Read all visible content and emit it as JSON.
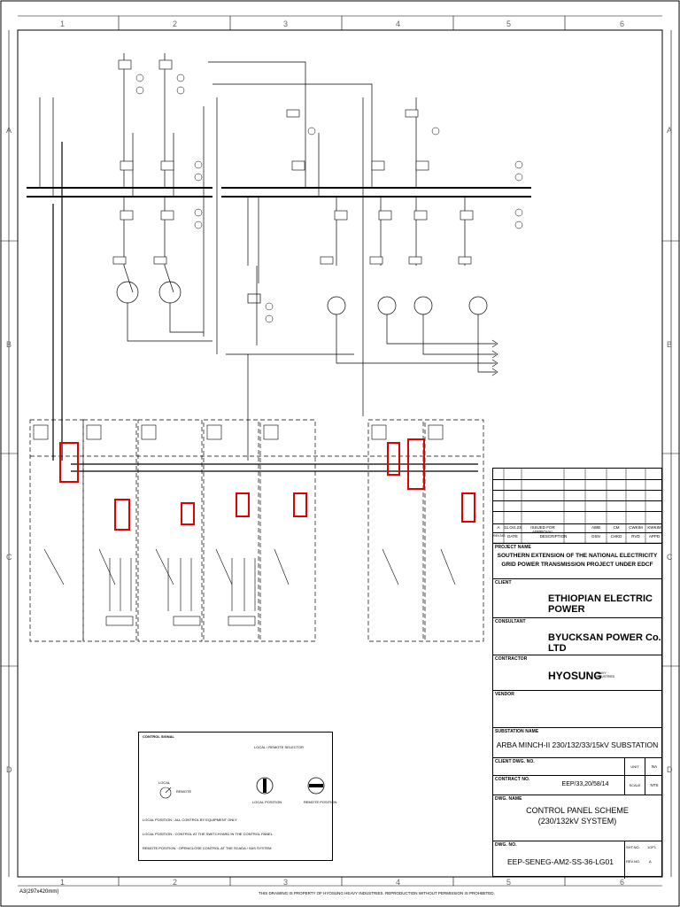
{
  "grid": {
    "columns": [
      "1",
      "2",
      "3",
      "4",
      "5",
      "6"
    ],
    "rows": [
      "A",
      "B",
      "C",
      "D"
    ]
  },
  "revision_table": {
    "rev_label": "A",
    "date_value": "11.Oct.23",
    "description_value": "ISSUED FOR APPROVAL",
    "dsn_value": "AWB",
    "chkd_value": "CM",
    "rvd_value": "CWKIM",
    "appd_value": "KWKIM",
    "headers": [
      "REV.NO.",
      "DATE",
      "DESCRIPTION",
      "DSN",
      "CHKD",
      "RVD",
      "APPD"
    ]
  },
  "project": {
    "label": "PROJECT NAME",
    "line1": "SOUTHERN EXTENSION OF THE NATIONAL ELECTRICITY",
    "line2": "GRID POWER TRANSMISSION PROJECT UNDER EDCF"
  },
  "client": {
    "label": "CLIENT",
    "name": "ETHIOPIAN ELECTRIC POWER"
  },
  "consultant": {
    "label": "CONSULTANT",
    "name": "BYUCKSAN POWER Co. LTD"
  },
  "contractor": {
    "label": "CONTRACTOR",
    "name": "HYOSUNG",
    "sub": "HEAVY INDUSTRIES"
  },
  "vendor": {
    "label": "VENDOR"
  },
  "substation": {
    "label": "SUBSTATION NAME",
    "name": "ARBA MINCH-II 230/132/33/15kV SUBSTATION"
  },
  "client_dwg": {
    "label": "CLIENT DWG. NO.",
    "unit_label": "UNIT",
    "unit_value": "NA"
  },
  "contract": {
    "label": "CONTRACT NO.",
    "value": "EEP/33,20/58/14",
    "scale_label": "SCALE",
    "scale_value": "NTS"
  },
  "dwg_name": {
    "label": "DWG. NAME",
    "line1": "CONTROL PANEL SCHEME",
    "line2": "(230/132kV SYSTEM)"
  },
  "dwg_no": {
    "label": "DWG. NO.",
    "value": "EEP-SENEG-AM2-SS-36-LG01",
    "sht_label": "SHT.NO.",
    "sht_value": "1OF1",
    "rev_label": "REV.NO.",
    "rev_value": "A"
  },
  "legend": {
    "title": "CONTROL SIGNAL",
    "right_top": "LOCAL / REMOTE SELECTOR",
    "left_switch": "LOCAL",
    "right_switch": "REMOTE",
    "knob1": "LOCAL POSITION",
    "knob2": "REMOTE POSITION",
    "notes": [
      "LOCAL POSITION : ALL CONTROL BY EQUIPMENT ONLY",
      "LOCAL POSITION : CONTROL AT THE SWITCHYARD IN THE CONTROL PANEL",
      "REMOTE POSITION : OPEN/CLOSE CONTROL AT THE SCADA / SAS SYSTEM"
    ]
  },
  "footer": {
    "sheet_size": "A3(297x420mm)",
    "notice": "THIS DRAWING IS PROPERTY OF HYOSUNG HEAVY INDUSTRIES. REPRODUCTION WITHOUT PERMISSION IS PROHIBITED."
  },
  "colors": {
    "highlight": "#e00000",
    "line": "#000000",
    "client_logo_red": "#e2231a",
    "client_logo_green": "#2e8b3d",
    "consultant_blue": "#1d5fa8",
    "consultant_green": "#4aa84a"
  }
}
